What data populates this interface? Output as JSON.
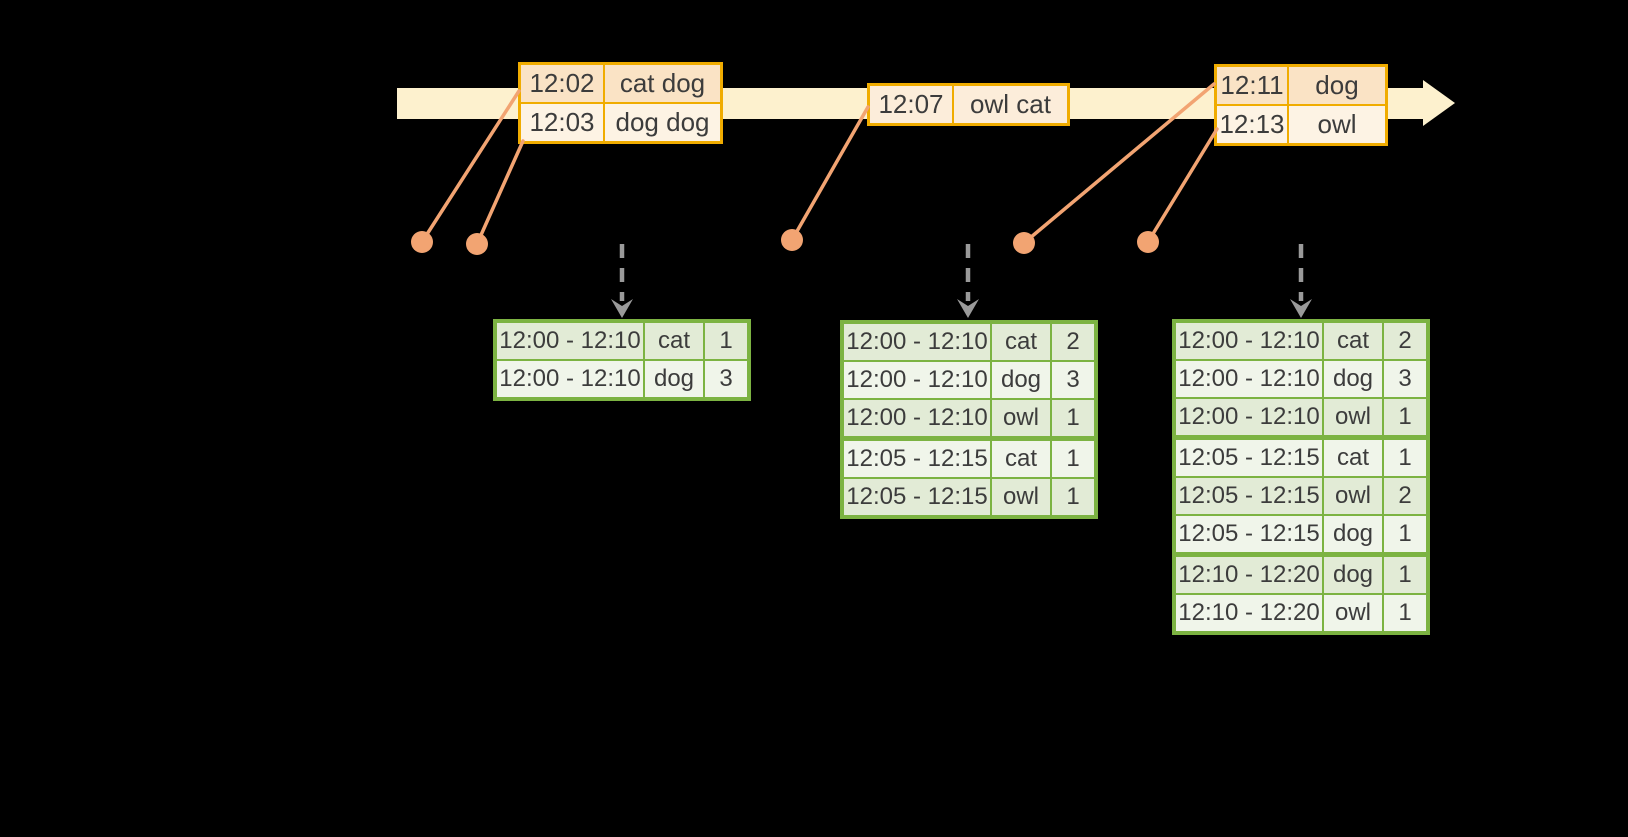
{
  "colors": {
    "background": "#000000",
    "timeline_band": "#FDF1CE",
    "input_border": "#F0AC00",
    "input_row_dark": "#FAE3C5",
    "input_row_light": "#FDF3E4",
    "input_row_mid": "#FCEDDA",
    "connector": "#F2A472",
    "trigger_arrow": "#9A9A9A",
    "result_border": "#7CB342",
    "result_row_dark": "#E2EBD6",
    "result_row_light": "#F0F5EA",
    "text": "#3C3C3C"
  },
  "input_batches": [
    {
      "rows": [
        {
          "time": "12:02",
          "words": "cat dog"
        },
        {
          "time": "12:03",
          "words": "dog dog"
        }
      ]
    },
    {
      "rows": [
        {
          "time": "12:07",
          "words": "owl cat"
        }
      ]
    },
    {
      "rows": [
        {
          "time": "12:11",
          "words": "dog"
        },
        {
          "time": "12:13",
          "words": "owl"
        }
      ]
    }
  ],
  "result_tables": [
    {
      "groups": [
        [
          {
            "window": "12:00 - 12:10",
            "word": "cat",
            "count": 1
          },
          {
            "window": "12:00 - 12:10",
            "word": "dog",
            "count": 3
          }
        ]
      ]
    },
    {
      "groups": [
        [
          {
            "window": "12:00 - 12:10",
            "word": "cat",
            "count": 2
          },
          {
            "window": "12:00 - 12:10",
            "word": "dog",
            "count": 3
          },
          {
            "window": "12:00 - 12:10",
            "word": "owl",
            "count": 1
          }
        ],
        [
          {
            "window": "12:05 - 12:15",
            "word": "cat",
            "count": 1
          },
          {
            "window": "12:05 - 12:15",
            "word": "owl",
            "count": 1
          }
        ]
      ]
    },
    {
      "groups": [
        [
          {
            "window": "12:00 - 12:10",
            "word": "cat",
            "count": 2
          },
          {
            "window": "12:00 - 12:10",
            "word": "dog",
            "count": 3
          },
          {
            "window": "12:00 - 12:10",
            "word": "owl",
            "count": 1
          }
        ],
        [
          {
            "window": "12:05 - 12:15",
            "word": "cat",
            "count": 1
          },
          {
            "window": "12:05 - 12:15",
            "word": "owl",
            "count": 2
          },
          {
            "window": "12:05 - 12:15",
            "word": "dog",
            "count": 1
          }
        ],
        [
          {
            "window": "12:10 - 12:20",
            "word": "dog",
            "count": 1
          },
          {
            "window": "12:10 - 12:20",
            "word": "owl",
            "count": 1
          }
        ]
      ]
    }
  ]
}
